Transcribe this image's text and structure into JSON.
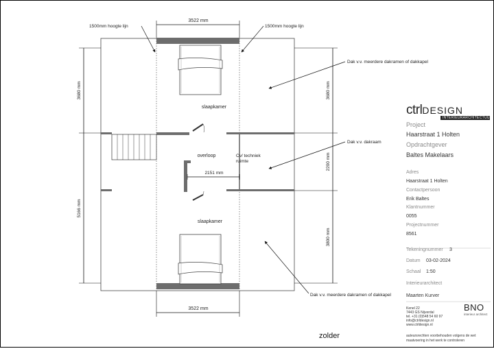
{
  "plan": {
    "title": "zolder",
    "dim_top": "3522 mm",
    "dim_bottom": "3522 mm",
    "dim_left_top": "3680 mm",
    "dim_left_bottom": "5166 mm",
    "dim_right_top": "3680 mm",
    "dim_right_mid": "2200 mm",
    "dim_right_bottom": "3800 mm",
    "dim_mid": "2151 mm",
    "height_line_left": "1500mm hoogte lijn",
    "height_line_right": "1500mm hoogte lijn",
    "note_top": "Dak v.v. meerdere dakramen of dakkapel",
    "note_mid": "Dak v.v. dakraam",
    "note_bottom": "Dak v.v. meerdere dakramen of dakkapel",
    "room_top": "slaapkamer",
    "room_landing": "overloop",
    "room_tech_1": "Cv/ techniek",
    "room_tech_2": "ruimte",
    "room_bottom": "slaapkamer"
  },
  "titleblock": {
    "logo_left": "ctrl",
    "logo_right": "DESIGN",
    "logo_sub": "INTERIEURARCHITECTUUR",
    "project_label": "Project",
    "project_value": "Haarstraat 1 Holten",
    "client_label": "Opdrachtgever",
    "client_value": "Baltes Makelaars",
    "address_label": "Adres",
    "address_value": "Haarstraat 1 Holten",
    "contact_label": "Contactpersoon",
    "contact_value": "Erik Baltes",
    "customer_no_label": "Klantnummer",
    "customer_no_value": "0055",
    "project_no_label": "Projectnummer",
    "project_no_value": "8561",
    "drawing_no_label": "Tekeningnummer",
    "drawing_no_value": "3",
    "date_label": "Datum",
    "date_value": "03-02-2024",
    "scale_label": "Schaal",
    "scale_value": "1:50",
    "architect_label": "Interieurarchitect",
    "architect_value": "Maarten Kurver",
    "company_line1": "Kenel 22",
    "company_line2": "7443 GS  Nijverdal",
    "company_line3": "tel. +31 (0)548 54 60 97",
    "company_line4": "info@ctrldesign.nl",
    "company_line5": "www.ctrldesign.nl",
    "bno_logo": "BNO",
    "bno_sub": "interieur architect",
    "copyright_line1": "auteursrechten voorbehouden volgens de wet",
    "copyright_line2": "maatvoering in het werk te controleren"
  }
}
